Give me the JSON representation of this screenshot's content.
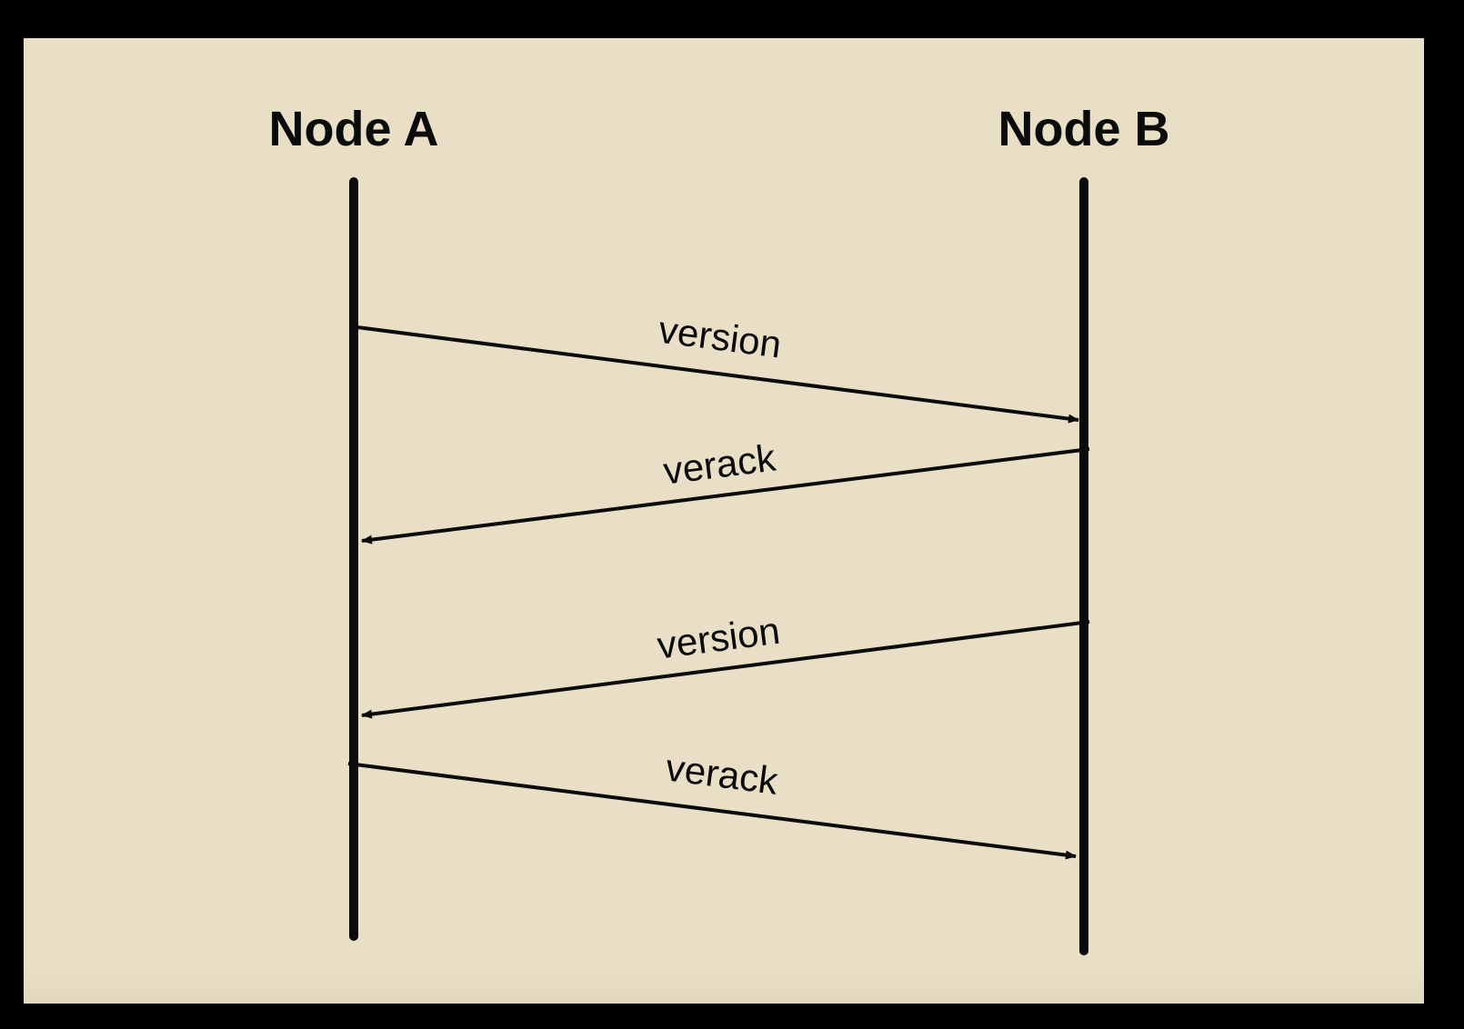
{
  "diagram": {
    "nodes": [
      {
        "id": "a",
        "label": "Node A"
      },
      {
        "id": "b",
        "label": "Node B"
      }
    ],
    "messages": [
      {
        "from": "a",
        "to": "b",
        "label": "version"
      },
      {
        "from": "b",
        "to": "a",
        "label": "verack"
      },
      {
        "from": "b",
        "to": "a",
        "label": "version"
      },
      {
        "from": "a",
        "to": "b",
        "label": "verack"
      }
    ]
  },
  "colors": {
    "background": "#e9dfc6",
    "frame": "#000000",
    "ink": "#0b0b0b"
  }
}
